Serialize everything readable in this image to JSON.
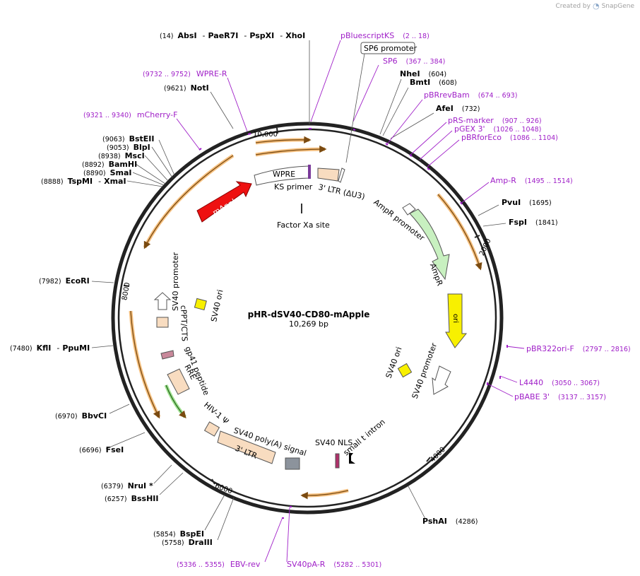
{
  "app": {
    "created_by": "Created by",
    "app_name": "SnapGene"
  },
  "plasmid": {
    "name": "pHR-dSV40-CD80-mApple",
    "length": "10,269 bp"
  },
  "ticks": [
    "2000",
    "4000",
    "6000",
    "8000",
    "10,000"
  ],
  "sites": [
    {
      "pos": "(14)",
      "name": "AbsI",
      "extra": [
        "PaeR7I",
        "PspXI",
        "XhoI"
      ]
    },
    {
      "pos": "(9621)",
      "name": "NotI"
    },
    {
      "pos": "(9063)",
      "name": "BstEII"
    },
    {
      "pos": "(9053)",
      "name": "BlpI"
    },
    {
      "pos": "(8938)",
      "name": "MscI"
    },
    {
      "pos": "(8892)",
      "name": "BamHI"
    },
    {
      "pos": "(8890)",
      "name": "SmaI"
    },
    {
      "pos": "(8888)",
      "name": "TspMI",
      "extra": [
        "XmaI"
      ]
    },
    {
      "pos": "(7982)",
      "name": "EcoRI"
    },
    {
      "pos": "(7480)",
      "name": "KflI",
      "extra": [
        "PpuMI"
      ]
    },
    {
      "pos": "(6970)",
      "name": "BbvCI"
    },
    {
      "pos": "(6696)",
      "name": "FseI"
    },
    {
      "pos": "(6379)",
      "name": "NruI *"
    },
    {
      "pos": "(6257)",
      "name": "BssHII"
    },
    {
      "pos": "(5854)",
      "name": "BspEI"
    },
    {
      "pos": "(5758)",
      "name": "DraIII"
    },
    {
      "pos": "(604)",
      "name": "NheI"
    },
    {
      "pos": "(608)",
      "name": "BmtI"
    },
    {
      "pos": "(732)",
      "name": "AfeI"
    },
    {
      "pos": "(1695)",
      "name": "PvuI"
    },
    {
      "pos": "(1841)",
      "name": "FspI"
    },
    {
      "pos": "(4286)",
      "name": "PshAI"
    }
  ],
  "primers": [
    {
      "name": "pBluescriptKS",
      "range": "(2 .. 18)"
    },
    {
      "name": "WPRE-R",
      "range": "(9732 .. 9752)"
    },
    {
      "name": "mCherry-F",
      "range": "(9321 .. 9340)"
    },
    {
      "name": "SP6",
      "range": "(367 .. 384)"
    },
    {
      "name": "pBRrevBam",
      "range": "(674 .. 693)"
    },
    {
      "name": "pRS-marker",
      "range": "(907 .. 926)"
    },
    {
      "name": "pGEX 3'",
      "range": "(1026 .. 1048)"
    },
    {
      "name": "pBRforEco",
      "range": "(1086 .. 1104)"
    },
    {
      "name": "Amp-R",
      "range": "(1495 .. 1514)"
    },
    {
      "name": "pBR322ori-F",
      "range": "(2797 .. 2816)"
    },
    {
      "name": "L4440",
      "range": "(3050 .. 3067)"
    },
    {
      "name": "pBABE 3'",
      "range": "(3137 .. 3157)"
    },
    {
      "name": "EBV-rev",
      "range": "(5336 .. 5355)"
    },
    {
      "name": "SV40pA-R",
      "range": "(5282 .. 5301)"
    }
  ],
  "features": {
    "sp6_promoter": "SP6 promoter",
    "wpre": "WPRE",
    "ks_primer": "KS primer",
    "ltr3_du3": "3' LTR (ΔU3)",
    "factor_xa": "Factor Xa site",
    "mapple": "mApple",
    "ampr_promoter": "AmpR promoter",
    "ampr": "AmpR",
    "ori": "ori",
    "sv40_ori_right": "SV40 ori",
    "sv40_promoter_right": "SV40 promoter",
    "sv40_nls": "SV40 NLS",
    "small_t_intron": "small t intron",
    "sv40_polya": "SV40 poly(A) signal",
    "ltr3": "3' LTR",
    "hiv1_psi": "HIV-1 Ψ",
    "rre": "RRE",
    "gp41": "gp41 peptide",
    "cppt": "cPPT/CTS",
    "sv40_promoter_left": "SV40 promoter",
    "sv40_ori_left": "SV40 ori"
  },
  "colors": {
    "site_label": "#000000",
    "primer": "#a020c8",
    "orf_arrow": "#f5c080",
    "mapple": "#ee1111",
    "ampr": "#c8f0c0",
    "ori": "#f8f000",
    "ltr": "#f8dcc0",
    "backbone": "#222222"
  },
  "icons": [
    "snapgene-logo-icon"
  ]
}
